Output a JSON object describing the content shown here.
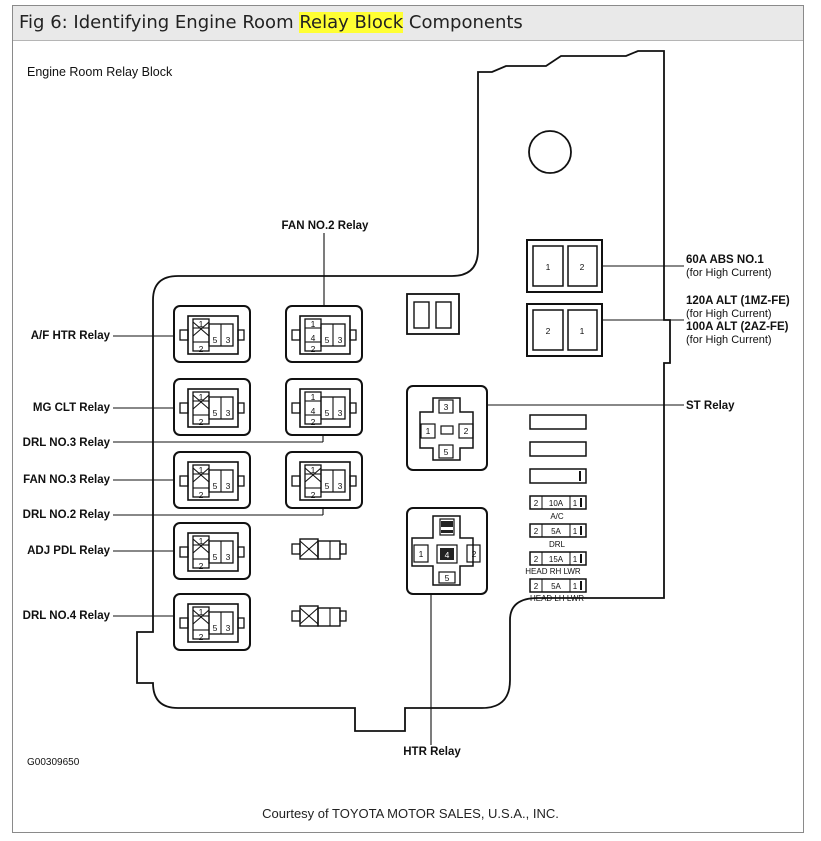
{
  "title": {
    "prefix": "Fig 6: Identifying Engine Room ",
    "highlight": "Relay Block",
    "suffix": " Components",
    "highlight_color": "#ffff33"
  },
  "diagram_title": "Engine Room Relay Block",
  "figure_code": "G00309650",
  "credit": "Courtesy of TOYOTA MOTOR SALES, U.S.A., INC.",
  "labels": {
    "af_htr": "A/F HTR Relay",
    "mg_clt": "MG CLT Relay",
    "drl_no3": "DRL NO.3 Relay",
    "fan_no3": "FAN NO.3 Relay",
    "drl_no2": "DRL NO.2 Relay",
    "adj_pdl": "ADJ PDL Relay",
    "drl_no4": "DRL NO.4 Relay",
    "fan_no2": "FAN NO.2 Relay",
    "abs_title": "60A ABS NO.1",
    "abs_sub": "(for High Current)",
    "alt1_title": "120A ALT (1MZ-FE)",
    "alt1_sub": "(for High Current)",
    "alt2_title": "100A ALT (2AZ-FE)",
    "alt2_sub": "(for High Current)",
    "st": "ST Relay",
    "htr": "HTR Relay"
  },
  "pins": {
    "one": "1",
    "two": "2",
    "three": "3",
    "four": "4",
    "five": "5"
  },
  "fuses": [
    {
      "left": "2",
      "amp": "10A",
      "right": "1",
      "name": "A/C"
    },
    {
      "left": "2",
      "amp": "5A",
      "right": "1",
      "name": "DRL"
    },
    {
      "left": "2",
      "amp": "15A",
      "right": "1",
      "name": "HEAD RH LWR"
    },
    {
      "left": "2",
      "amp": "5A",
      "right": "1",
      "name": "HEAD LH LWR"
    }
  ]
}
